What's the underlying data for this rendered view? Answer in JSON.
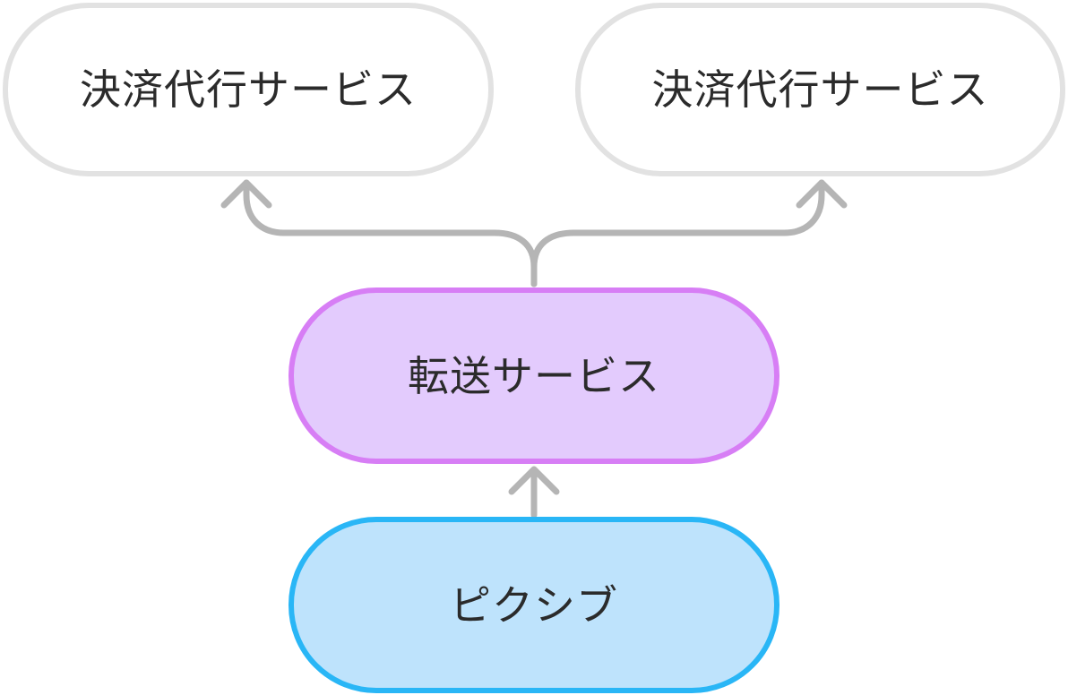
{
  "colors": {
    "payment_border": "#e2e2e2",
    "payment_fill": "#ffffff",
    "transfer_border": "#d77ef5",
    "transfer_fill": "#e3cbfd",
    "pixiv_border": "#29b6f6",
    "pixiv_fill": "#bee3fc",
    "connector": "#b5b5b5",
    "text": "#2b2b2b"
  },
  "nodes": {
    "payment_left": {
      "label": "決済代行サービス"
    },
    "payment_right": {
      "label": "決済代行サービス"
    },
    "transfer": {
      "label": "転送サービス"
    },
    "pixiv": {
      "label": "ピクシブ"
    }
  },
  "edges": [
    {
      "from": "pixiv",
      "to": "transfer"
    },
    {
      "from": "transfer",
      "to": "payment_left"
    },
    {
      "from": "transfer",
      "to": "payment_right"
    }
  ]
}
